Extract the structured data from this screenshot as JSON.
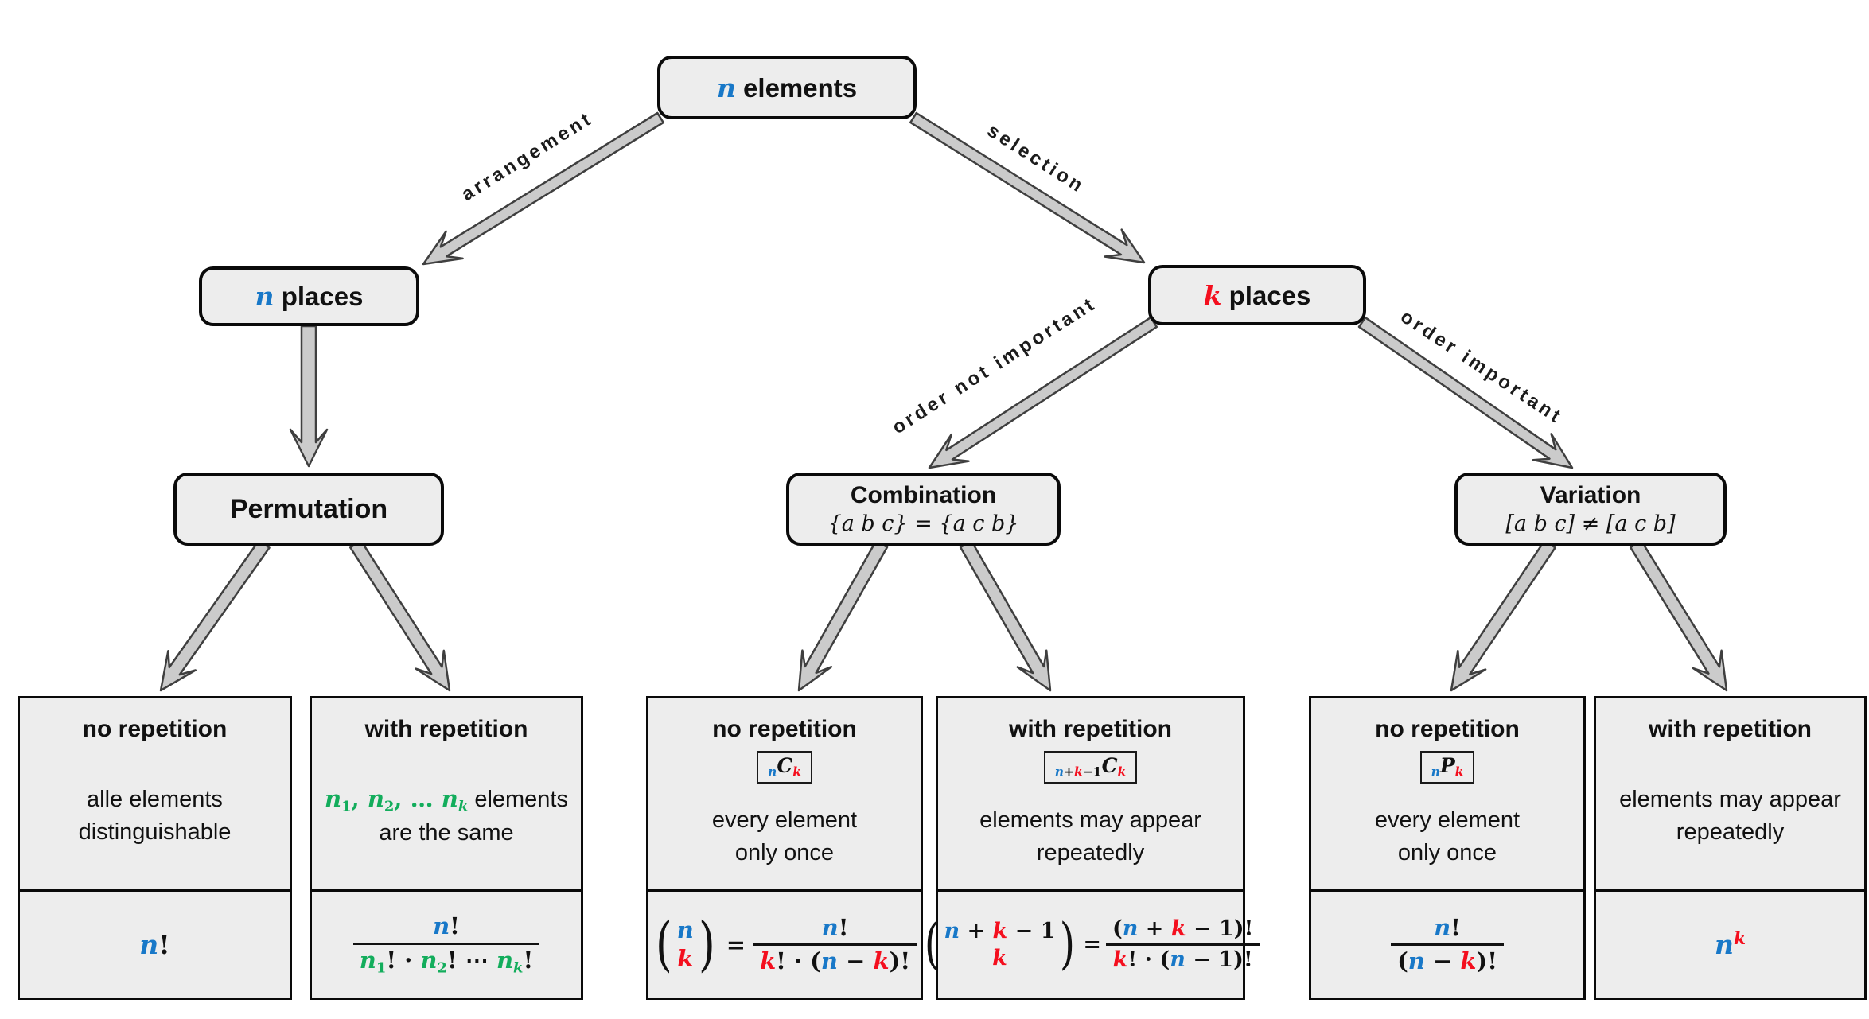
{
  "colors": {
    "blue": "#1878C8",
    "red": "#F40F1E",
    "green": "#13AD5C",
    "box_fill": "#ededed",
    "arrow_fill": "#cbcbcb",
    "arrow_outline": "#3f3f3f"
  },
  "root": {
    "tokens": [
      {
        "t": "n",
        "c": "b"
      },
      {
        "t": " elements",
        "sans": true,
        "b": true
      }
    ]
  },
  "edges": {
    "arrangement": "arrangement",
    "selection": "selection",
    "order_not": "order not important",
    "order_imp": "order important"
  },
  "places": {
    "n": {
      "tokens": [
        {
          "t": "n",
          "c": "b"
        },
        {
          "t": " places",
          "sans": true,
          "b": true
        }
      ]
    },
    "k": {
      "tokens": [
        {
          "t": "k",
          "c": "r"
        },
        {
          "t": " places",
          "sans": true,
          "b": true
        }
      ]
    }
  },
  "groups": [
    {
      "title": "Permutation"
    },
    {
      "title": "Combination",
      "subtitle": [
        {
          "t": "{a b c} = {a c b}",
          "lt": true
        }
      ]
    },
    {
      "title": "Variation",
      "subtitle": [
        {
          "t": "[a b c] ≠ [a c b]",
          "lt": true
        }
      ]
    }
  ],
  "cards": [
    {
      "title": "no repetition",
      "desc1": [
        {
          "t": "alle elements",
          "sans": true
        }
      ],
      "desc2": [
        {
          "t": "distinguishable",
          "sans": true
        }
      ],
      "formula": [
        {
          "t": "n",
          "c": "b"
        },
        {
          "t": "!",
          "plain": true
        }
      ]
    },
    {
      "title": "with repetition",
      "desc1": [
        {
          "t": "n",
          "c": "g"
        },
        {
          "t": "1",
          "c": "g",
          "sub": true,
          "plain": true
        },
        {
          "t": ", ",
          "c": "g",
          "plain": true
        },
        {
          "t": "n",
          "c": "g"
        },
        {
          "t": "2",
          "c": "g",
          "sub": true,
          "plain": true
        },
        {
          "t": ", … ",
          "c": "g",
          "plain": true
        },
        {
          "t": "n",
          "c": "g"
        },
        {
          "t": "k",
          "c": "g",
          "sub": true
        },
        {
          "t": " elements",
          "sans": true
        }
      ],
      "desc2": [
        {
          "t": "are the same",
          "sans": true
        }
      ],
      "frac": {
        "num": [
          {
            "t": "n",
            "c": "b"
          },
          {
            "t": "!",
            "plain": true
          }
        ],
        "den": [
          {
            "t": "n",
            "c": "g"
          },
          {
            "t": "1",
            "c": "g",
            "sub": true,
            "plain": true
          },
          {
            "t": "! · ",
            "plain": true
          },
          {
            "t": "n",
            "c": "g"
          },
          {
            "t": "2",
            "c": "g",
            "sub": true,
            "plain": true
          },
          {
            "t": "! ⋯ ",
            "plain": true
          },
          {
            "t": "n",
            "c": "g"
          },
          {
            "t": "k",
            "c": "g",
            "sub": true
          },
          {
            "t": "!",
            "plain": true
          }
        ]
      }
    },
    {
      "title": "no repetition",
      "badge": [
        {
          "t": "n",
          "c": "b",
          "sub": true
        },
        {
          "t": "C",
          "c": "k"
        },
        {
          "t": "k",
          "c": "r",
          "sub": true
        }
      ],
      "desc1": [
        {
          "t": "every element",
          "sans": true
        }
      ],
      "desc2": [
        {
          "t": "only once",
          "sans": true
        }
      ],
      "binom": {
        "top": [
          {
            "t": "n",
            "c": "b"
          }
        ],
        "bot": [
          {
            "t": "k",
            "c": "r"
          }
        ]
      },
      "frac": {
        "num": [
          {
            "t": "n",
            "c": "b"
          },
          {
            "t": "!",
            "plain": true
          }
        ],
        "den": [
          {
            "t": "k",
            "c": "r"
          },
          {
            "t": "! · (",
            "plain": true
          },
          {
            "t": "n",
            "c": "b"
          },
          {
            "t": " − ",
            "plain": true
          },
          {
            "t": "k",
            "c": "r"
          },
          {
            "t": ")!",
            "plain": true
          }
        ]
      }
    },
    {
      "title": "with repetition",
      "badge": [
        {
          "t": "n",
          "c": "b",
          "sub": true
        },
        {
          "t": "+",
          "c": "k",
          "sub": true,
          "plain": true
        },
        {
          "t": "k",
          "c": "r",
          "sub": true
        },
        {
          "t": "−1",
          "c": "k",
          "sub": true,
          "plain": true
        },
        {
          "t": "C",
          "c": "k"
        },
        {
          "t": "k",
          "c": "r",
          "sub": true
        }
      ],
      "desc1": [
        {
          "t": "elements may appear",
          "sans": true
        }
      ],
      "desc2": [
        {
          "t": "repeatedly",
          "sans": true
        }
      ],
      "binom": {
        "top": [
          {
            "t": "n",
            "c": "b"
          },
          {
            "t": " + ",
            "plain": true
          },
          {
            "t": "k",
            "c": "r"
          },
          {
            "t": " − 1",
            "plain": true
          }
        ],
        "bot": [
          {
            "t": "k",
            "c": "r"
          }
        ]
      },
      "frac": {
        "num": [
          {
            "t": "(",
            "plain": true
          },
          {
            "t": "n",
            "c": "b"
          },
          {
            "t": " + ",
            "plain": true
          },
          {
            "t": "k",
            "c": "r"
          },
          {
            "t": " − 1",
            "plain": true
          },
          {
            "t": ")!",
            "plain": true
          }
        ],
        "den": [
          {
            "t": "k",
            "c": "r"
          },
          {
            "t": "! · (",
            "plain": true
          },
          {
            "t": "n",
            "c": "b"
          },
          {
            "t": " − 1)!",
            "plain": true
          }
        ]
      }
    },
    {
      "title": "no repetition",
      "badge": [
        {
          "t": "n",
          "c": "b",
          "sub": true
        },
        {
          "t": "P",
          "c": "k"
        },
        {
          "t": "k",
          "c": "r",
          "sub": true
        }
      ],
      "desc1": [
        {
          "t": "every element",
          "sans": true
        }
      ],
      "desc2": [
        {
          "t": "only once",
          "sans": true
        }
      ],
      "frac": {
        "num": [
          {
            "t": "n",
            "c": "b"
          },
          {
            "t": "!",
            "plain": true
          }
        ],
        "den": [
          {
            "t": "(",
            "plain": true
          },
          {
            "t": "n",
            "c": "b"
          },
          {
            "t": " − ",
            "plain": true
          },
          {
            "t": "k",
            "c": "r"
          },
          {
            "t": ")!",
            "plain": true
          }
        ]
      }
    },
    {
      "title": "with repetition",
      "desc1": [
        {
          "t": "elements may appear",
          "sans": true
        }
      ],
      "desc2": [
        {
          "t": "repeatedly",
          "sans": true
        }
      ],
      "formula": [
        {
          "t": "n",
          "c": "b"
        },
        {
          "t": "k",
          "c": "r",
          "sup": true
        }
      ]
    }
  ]
}
